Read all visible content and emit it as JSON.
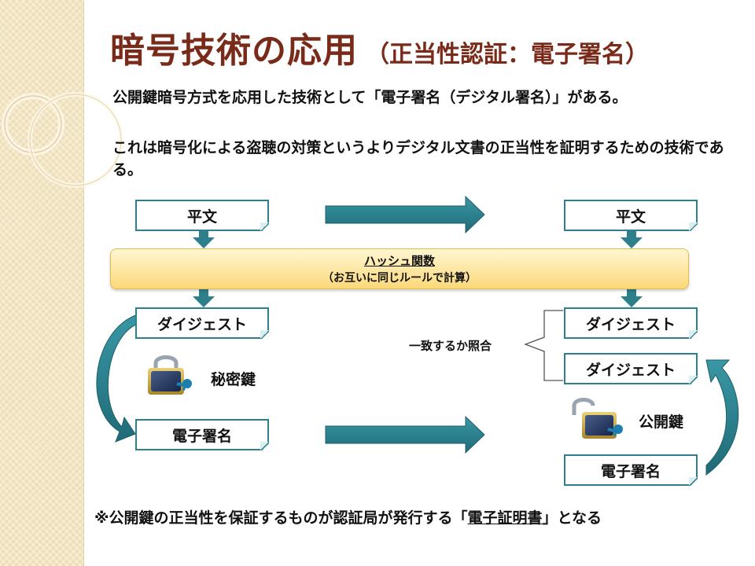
{
  "title": {
    "main": "暗号技術の応用",
    "sub": "（正当性認証：電子署名）"
  },
  "paragraphs": [
    "公開鍵暗号方式を応用した技術として「電子署名（デジタル署名）」がある。",
    "これは暗号化による盗聴の対策というよりデジタル文書の正当性を証明するための技術である。"
  ],
  "diagram": {
    "sender": {
      "plaintext": "平文",
      "digest": "ダイジェスト",
      "signature": "電子署名",
      "key_label": "秘密鍵",
      "key_icon": "padlock-key-icon"
    },
    "receiver": {
      "plaintext": "平文",
      "digest_top": "ダイジェスト",
      "digest_bottom": "ダイジェスト",
      "signature": "電子署名",
      "key_label": "公開鍵",
      "key_icon": "open-padlock-key-icon"
    },
    "hash": {
      "title": "ハッシュ関数",
      "subtitle": "（お互いに同じルールで計算）"
    },
    "compare_label": "一致するか照合",
    "colors": {
      "arrow": "#2e7f8c",
      "title": "#7a2a18",
      "hash_band": "#fbd97a"
    }
  },
  "footnote": {
    "prefix": "※公開鍵の正当性を保証するものが",
    "bold_term": "認証局",
    "middle": "が発行する「",
    "underlined_term": "電子証明書",
    "suffix": "」となる"
  }
}
